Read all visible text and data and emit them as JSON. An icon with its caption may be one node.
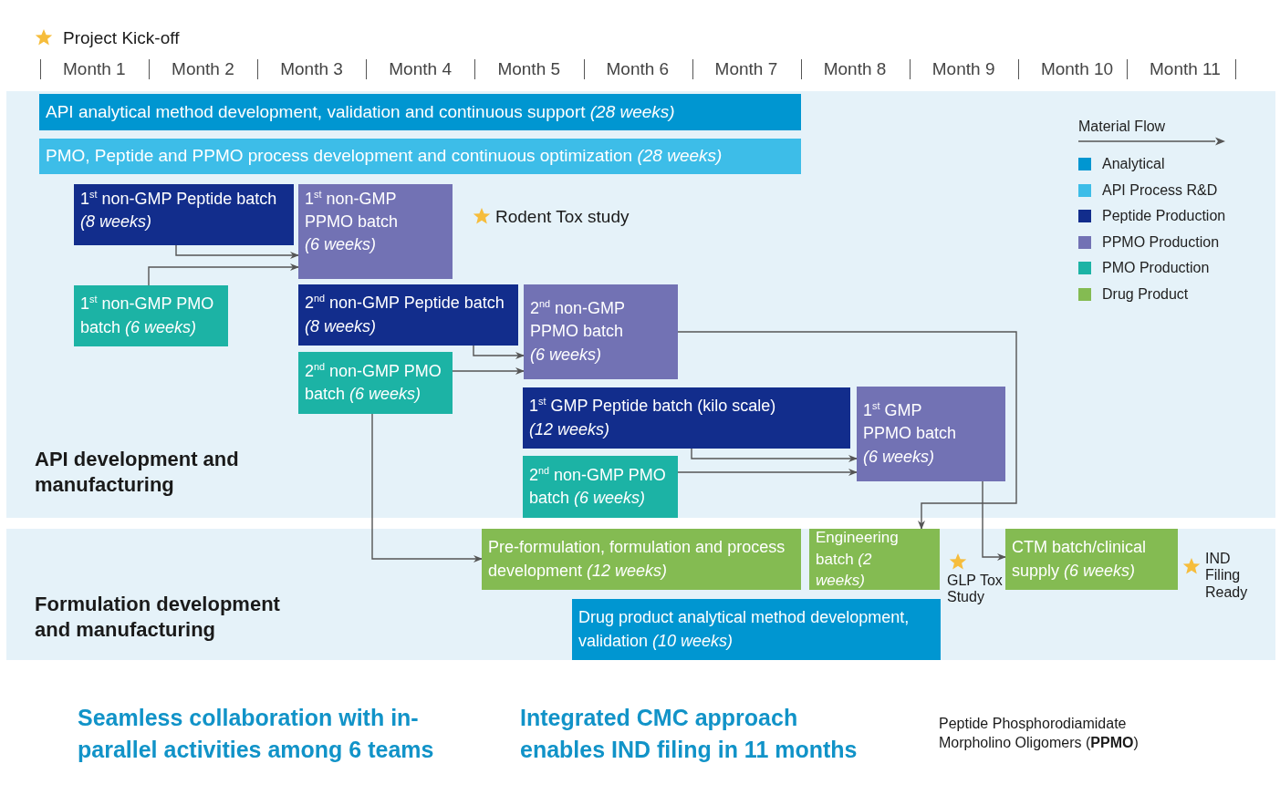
{
  "diagram": {
    "nodes": [
      {
        "text": [
          "API analytical method development, validation and continuous support *(28 weeks)*"
        ]
      },
      {
        "text": [
          "PMO, Peptide and PPMO process development and continuous optimization *(28 weeks)*"
        ]
      },
      {
        "text": [
          "1$^{st}$ non-GMP Peptide batch *(8 weeks)*"
        ]
      },
      {
        "text": [
          "1$^{st}$ non-GMP PPMO batch *(6 weeks)*"
        ]
      },
      {
        "text": [
          "1$^{st}$ non-GMP PMO batch *(6 weeks)*"
        ]
      },
      {
        "text": [
          "2$^{nd}$ non-GMP Peptide batch *(8 weeks)*"
        ]
      },
      {
        "text": [
          "2$^{nd}$ non-GMP PPMO batch *(6 weeks)*"
        ]
      },
      {
        "text": [
          "2$^{nd}$ non-GMP PMO batch *(6 weeks)*"
        ]
      },
      {
        "text": [
          "1$^{st}$ GMP Peptide batch (kilo scale) *(12 weeks)*"
        ]
      },
      {
        "text": [
          "1$^{st}$ GMP PPMO batch *(6 weeks)*"
        ]
      },
      {
        "text": [
          "2$^{nd}$ non-GMP PMO batch *(6 weeks)*"
        ]
      },
      {
        "text": [
          "Pre-formulation, formulation and process development *(12 weeks)*"
        ]
      },
      {
        "text": [
          "Engineering batch *(2 weeks)*"
        ]
      },
      {
        "text": [
          "CTM batch/clinical supply *(6 weeks)*"
        ]
      },
      {
        "text": [
          "Drug product analytical method development, validation *(10 weeks)*"
        ]
      }
    ],
    "edges": [
      {
        "from": 2,
        "to": 3,
        "arrow": "to"
      },
      {
        "from": 4,
        "to": 3,
        "arrow": "to"
      },
      {
        "from": 5,
        "to": 6,
        "arrow": "to"
      },
      {
        "from": 7,
        "to": 6,
        "arrow": "to"
      },
      {
        "from": 6,
        "to": 12,
        "arrow": "to"
      },
      {
        "from": 8,
        "to": 9,
        "arrow": "to"
      },
      {
        "from": 10,
        "to": 9,
        "arrow": "to"
      },
      {
        "from": 7,
        "to": 11,
        "arrow": "to"
      },
      {
        "from": 9,
        "to": 13,
        "arrow": "to"
      }
    ],
    "labels": [
      "Project Kick-off",
      "Month 1",
      "Month 2",
      "Month 3",
      "Month 4",
      "Month 5",
      "Month 6",
      "Month 7",
      "Month 8",
      "Month 9",
      "Month 10",
      "Month 11",
      "Rodent Tox study",
      "API development and manufacturing",
      "Formulation development and manufacturing",
      "GLP Tox Study",
      "IND Filing Ready",
      "Seamless collaboration with in-parallel activities among 6 teams",
      "Integrated CMC approach enables IND filing in 11 months",
      "Peptide Phosphorodiamidate Morpholino Oligomers (**PPMO**)"
    ],
    "legend": [
      {
        "text": "Material Flow"
      },
      {
        "text": "Analytical",
        "color": "#0096d1"
      },
      {
        "text": "API Process R&D",
        "color": "#3dbde8"
      },
      {
        "text": "Peptide Production",
        "color": "#122d8c"
      },
      {
        "text": "PPMO Production",
        "color": "#7272b4"
      },
      {
        "text": "PMO Production",
        "color": "#1cb3a5"
      },
      {
        "text": "Drug Product",
        "color": "#84bb52"
      }
    ]
  }
}
